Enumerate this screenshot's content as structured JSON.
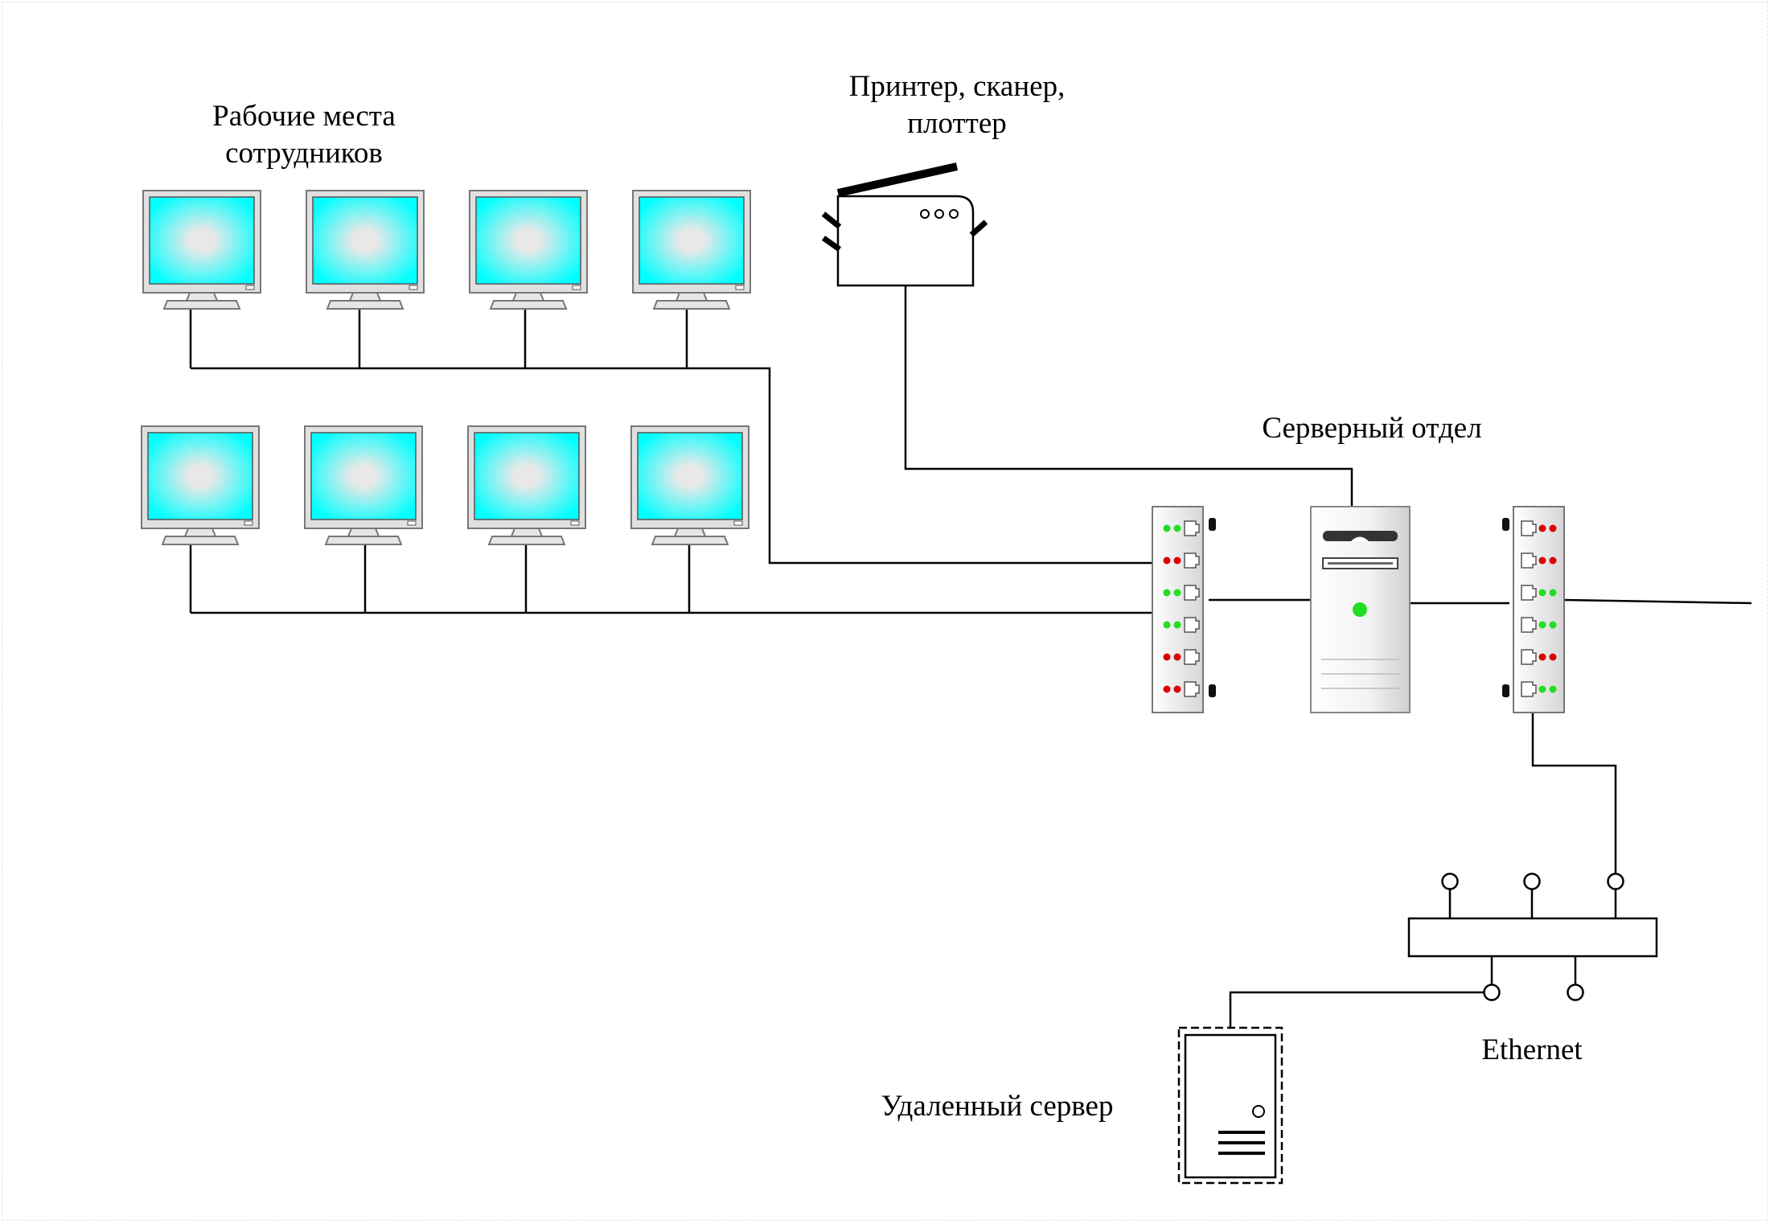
{
  "labels": {
    "workstations_line1": "Рабочие места",
    "workstations_line2": "сотрудников",
    "printer_line1": "Принтер, сканер,",
    "printer_line2": "плоттер",
    "server_dept": "Серверный отдел",
    "ethernet": "Ethernet",
    "remote_server": "Удаленный сервер"
  },
  "colors": {
    "screen": "#00ffff",
    "screen_center": "#e8e8e8",
    "led_green": "#22dd22",
    "led_red": "#dd0000",
    "line": "#000000"
  },
  "switch_left_leds": [
    "green",
    "red",
    "green",
    "green",
    "red",
    "red"
  ],
  "switch_right_leds": [
    "red",
    "red",
    "green",
    "green",
    "red",
    "green"
  ],
  "icons": [
    "monitor-icon",
    "printer-icon",
    "switch-icon",
    "server-tower-icon",
    "ethernet-bus-icon",
    "remote-server-icon"
  ]
}
